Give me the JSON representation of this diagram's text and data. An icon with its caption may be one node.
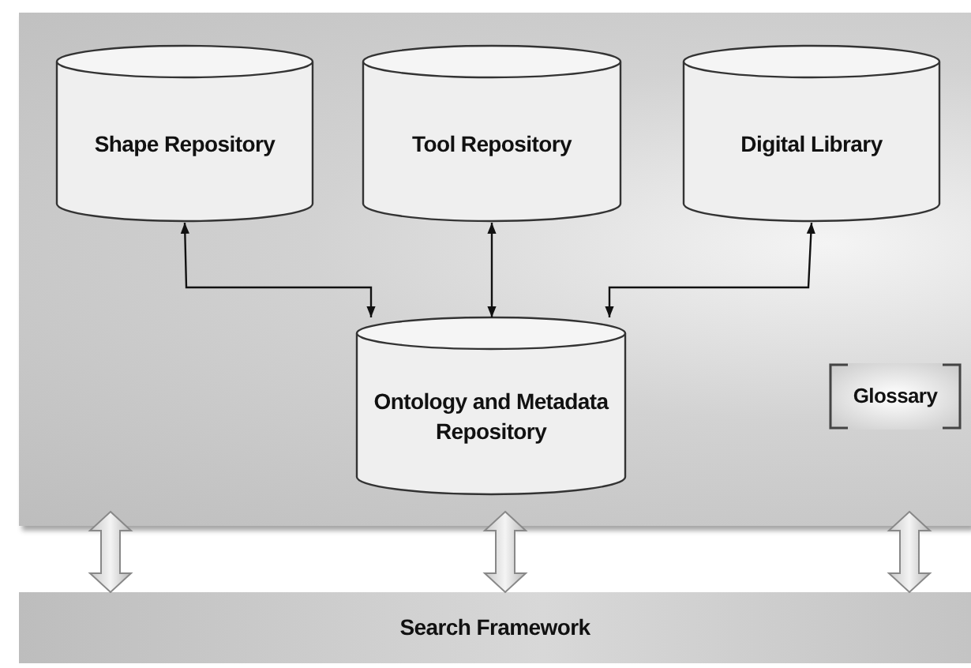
{
  "diagram": {
    "nodes": [
      {
        "text": [],
        "shape": "box"
      },
      {
        "text": [
          "Shape Repository"
        ],
        "in": 0
      },
      {
        "text": [
          "Tool Repository"
        ],
        "in": 0
      },
      {
        "text": [
          "Digital Library"
        ],
        "in": 0
      },
      {
        "text": [
          "Ontology and Metadata Repository"
        ],
        "in": 0
      },
      {
        "text": [
          "Glossary"
        ],
        "in": 0
      },
      {
        "text": [
          "Search Framework"
        ]
      }
    ],
    "edges": [
      {
        "from": 1,
        "to": 4,
        "arrow": "both"
      },
      {
        "from": 2,
        "to": 4,
        "arrow": "both"
      },
      {
        "from": 3,
        "to": 4,
        "arrow": "both"
      },
      {
        "from": 0,
        "to": 6,
        "arrow": "both",
        "style": "thick"
      },
      {
        "from": 0,
        "to": 6,
        "arrow": "both",
        "style": "thick"
      },
      {
        "from": 0,
        "to": 6,
        "arrow": "both",
        "style": "thick"
      }
    ]
  }
}
